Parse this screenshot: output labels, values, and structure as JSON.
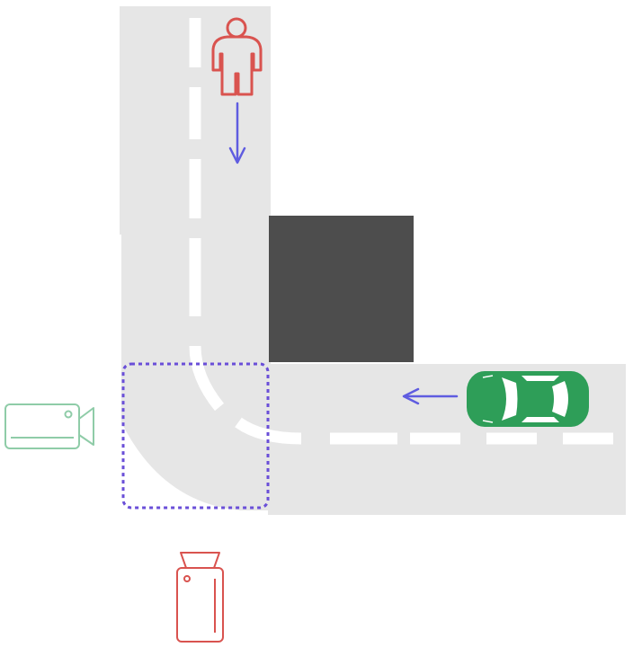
{
  "diagram": {
    "colors": {
      "road": "#e6e6e6",
      "road_marking": "#ffffff",
      "building": "#4d4d4d",
      "pedestrian": "#d9534f",
      "car": "#2e9e58",
      "car_window": "#ffffff",
      "motion_arrow": "#5f5ce0",
      "zone_outline": "#6a4fd8",
      "side_camera": "#8fcca8",
      "front_camera": "#d9534f"
    },
    "elements": [
      {
        "name": "vertical-road",
        "kind": "road"
      },
      {
        "name": "horizontal-road",
        "kind": "road"
      },
      {
        "name": "corner-curve-road",
        "kind": "road"
      },
      {
        "name": "center-lane-marking",
        "kind": "dashed-line"
      },
      {
        "name": "building-block",
        "kind": "building"
      },
      {
        "name": "pedestrian-icon",
        "kind": "icon",
        "moving": "down"
      },
      {
        "name": "pedestrian-motion-arrow",
        "kind": "arrow",
        "direction": "down"
      },
      {
        "name": "car-icon",
        "kind": "icon",
        "moving": "left"
      },
      {
        "name": "car-motion-arrow",
        "kind": "arrow",
        "direction": "left"
      },
      {
        "name": "blind-corner-zone",
        "kind": "dashed-rounded-rectangle"
      },
      {
        "name": "side-view-camera-icon",
        "kind": "icon",
        "facing": "right"
      },
      {
        "name": "front-view-camera-icon",
        "kind": "icon",
        "facing": "up"
      }
    ]
  }
}
